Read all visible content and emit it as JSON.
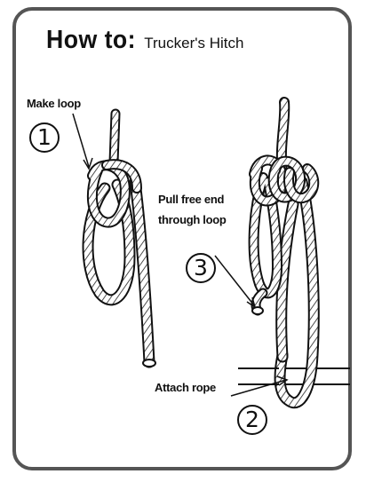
{
  "title": {
    "prefix": "How to:",
    "name": "Trucker's Hitch"
  },
  "steps": [
    {
      "number": "1",
      "label": "Make loop"
    },
    {
      "number": "2",
      "label": "Attach rope"
    },
    {
      "number": "3",
      "label_line1": "Pull free end",
      "label_line2": "through loop"
    }
  ],
  "colors": {
    "ink": "#111111",
    "border": "#555555",
    "background": "#ffffff"
  }
}
